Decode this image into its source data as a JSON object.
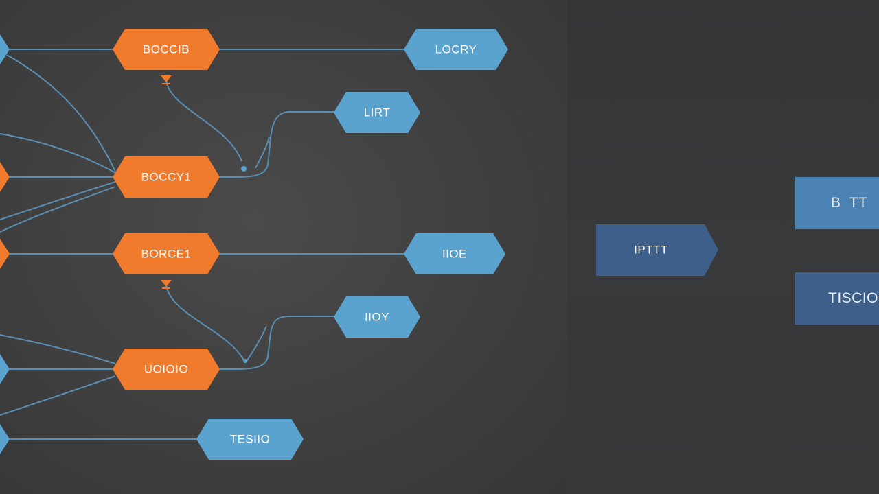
{
  "colors": {
    "orange": "#f07b2d",
    "blue": "#5aa3cf",
    "edge": "#5a8fb3",
    "panel_blue": "#3e5f8a",
    "panel_blue_light": "#4a82b4"
  },
  "diagram": {
    "orange_nodes": [
      {
        "id": "o1",
        "label": "BOCCIB"
      },
      {
        "id": "o2",
        "label": "BOCCY1"
      },
      {
        "id": "o3",
        "label": "BORCE1"
      },
      {
        "id": "o4",
        "label": "UOIOIO"
      }
    ],
    "blue_nodes": [
      {
        "id": "b1",
        "label": "LOCRY"
      },
      {
        "id": "b2",
        "label": "LIRT"
      },
      {
        "id": "b3",
        "label": "IIOE"
      },
      {
        "id": "b4",
        "label": "IIOY"
      },
      {
        "id": "b5",
        "label": "TESIIO"
      }
    ]
  },
  "panel": {
    "box1_label": "IPTTT",
    "box2_label": "B  TT",
    "box3_label": "TISCIO"
  }
}
